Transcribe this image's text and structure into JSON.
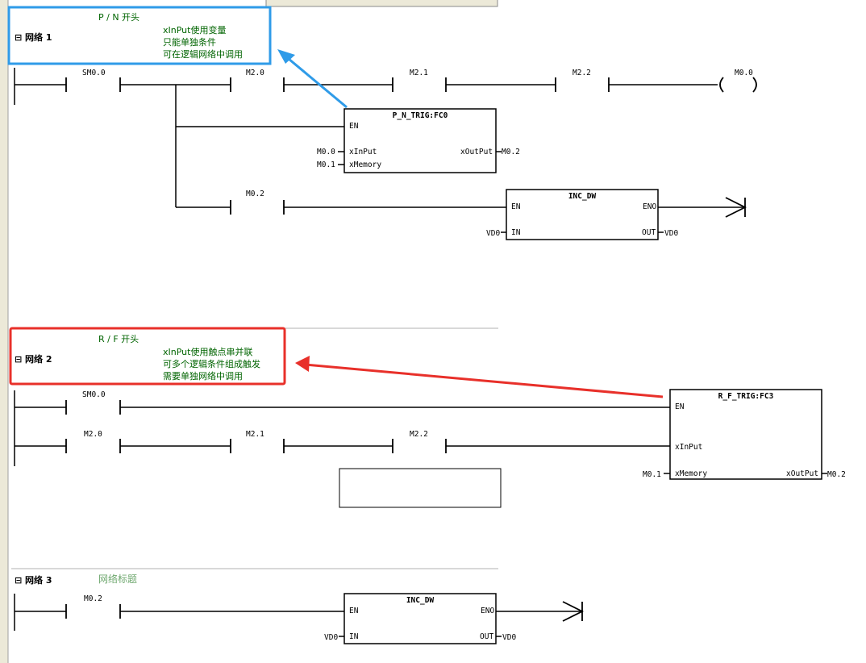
{
  "networks": [
    {
      "label": "网络 1",
      "comment_lines": [
        "P / N 开头",
        "xInPut使用变量",
        "只能单独条件",
        "可在逻辑网络中调用"
      ],
      "contacts": [
        "SM0.0",
        "M2.0",
        "M2.1",
        "M2.2",
        "M0.2"
      ],
      "coil": "M0.0",
      "block1": {
        "title": "P_N_TRIG:FC0",
        "en": "EN",
        "in1": "xInPut",
        "in2": "xMemory",
        "out1": "xOutPut",
        "in1_operand": "M0.0",
        "in2_operand": "M0.1",
        "out1_operand": "M0.2"
      },
      "block2": {
        "title": "INC_DW",
        "en": "EN",
        "eno": "ENO",
        "in": "IN",
        "out": "OUT",
        "in_operand": "VD0",
        "out_operand": "VD0"
      }
    },
    {
      "label": "网络 2",
      "comment_lines": [
        "R / F 开头",
        "xInPut使用触点串并联",
        "可多个逻辑条件组成触发",
        "需要单独网络中调用"
      ],
      "contacts": [
        "SM0.0",
        "M2.0",
        "M2.1",
        "M2.2"
      ],
      "block": {
        "title": "R_F_TRIG:FC3",
        "en": "EN",
        "in1": "xInPut",
        "in2": "xMemory",
        "out1": "xOutPut",
        "in2_operand": "M0.1",
        "out1_operand": "M0.2"
      }
    },
    {
      "label": "网络 3",
      "title": "网络标题",
      "contacts": [
        "M0.2"
      ],
      "block": {
        "title": "INC_DW",
        "en": "EN",
        "eno": "ENO",
        "in": "IN",
        "out": "OUT",
        "in_operand": "VD0",
        "out_operand": "VD0"
      }
    }
  ],
  "colors": {
    "blue_callout": "#2f9be8",
    "red_callout": "#e8302a",
    "comment_text": "#006400",
    "title_text": "#6fa86f"
  }
}
